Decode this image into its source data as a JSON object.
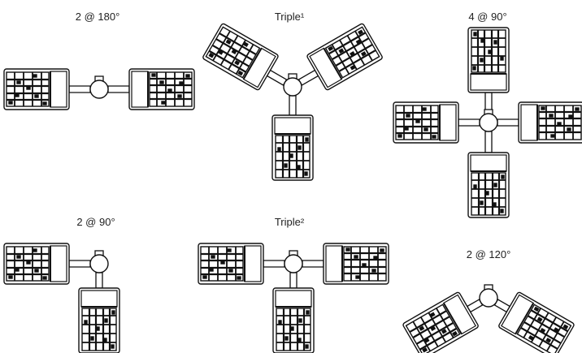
{
  "configurations": [
    {
      "id": "two-180",
      "label": "2 @ 180°"
    },
    {
      "id": "triple-1",
      "label": "Triple¹"
    },
    {
      "id": "four-90",
      "label": "4 @ 90°"
    },
    {
      "id": "two-90",
      "label": "2 @ 90°"
    },
    {
      "id": "triple-2",
      "label": "Triple²"
    },
    {
      "id": "two-120",
      "label": "2 @ 120°"
    }
  ],
  "colors": {
    "line": "#111111",
    "background": "#ffffff"
  }
}
